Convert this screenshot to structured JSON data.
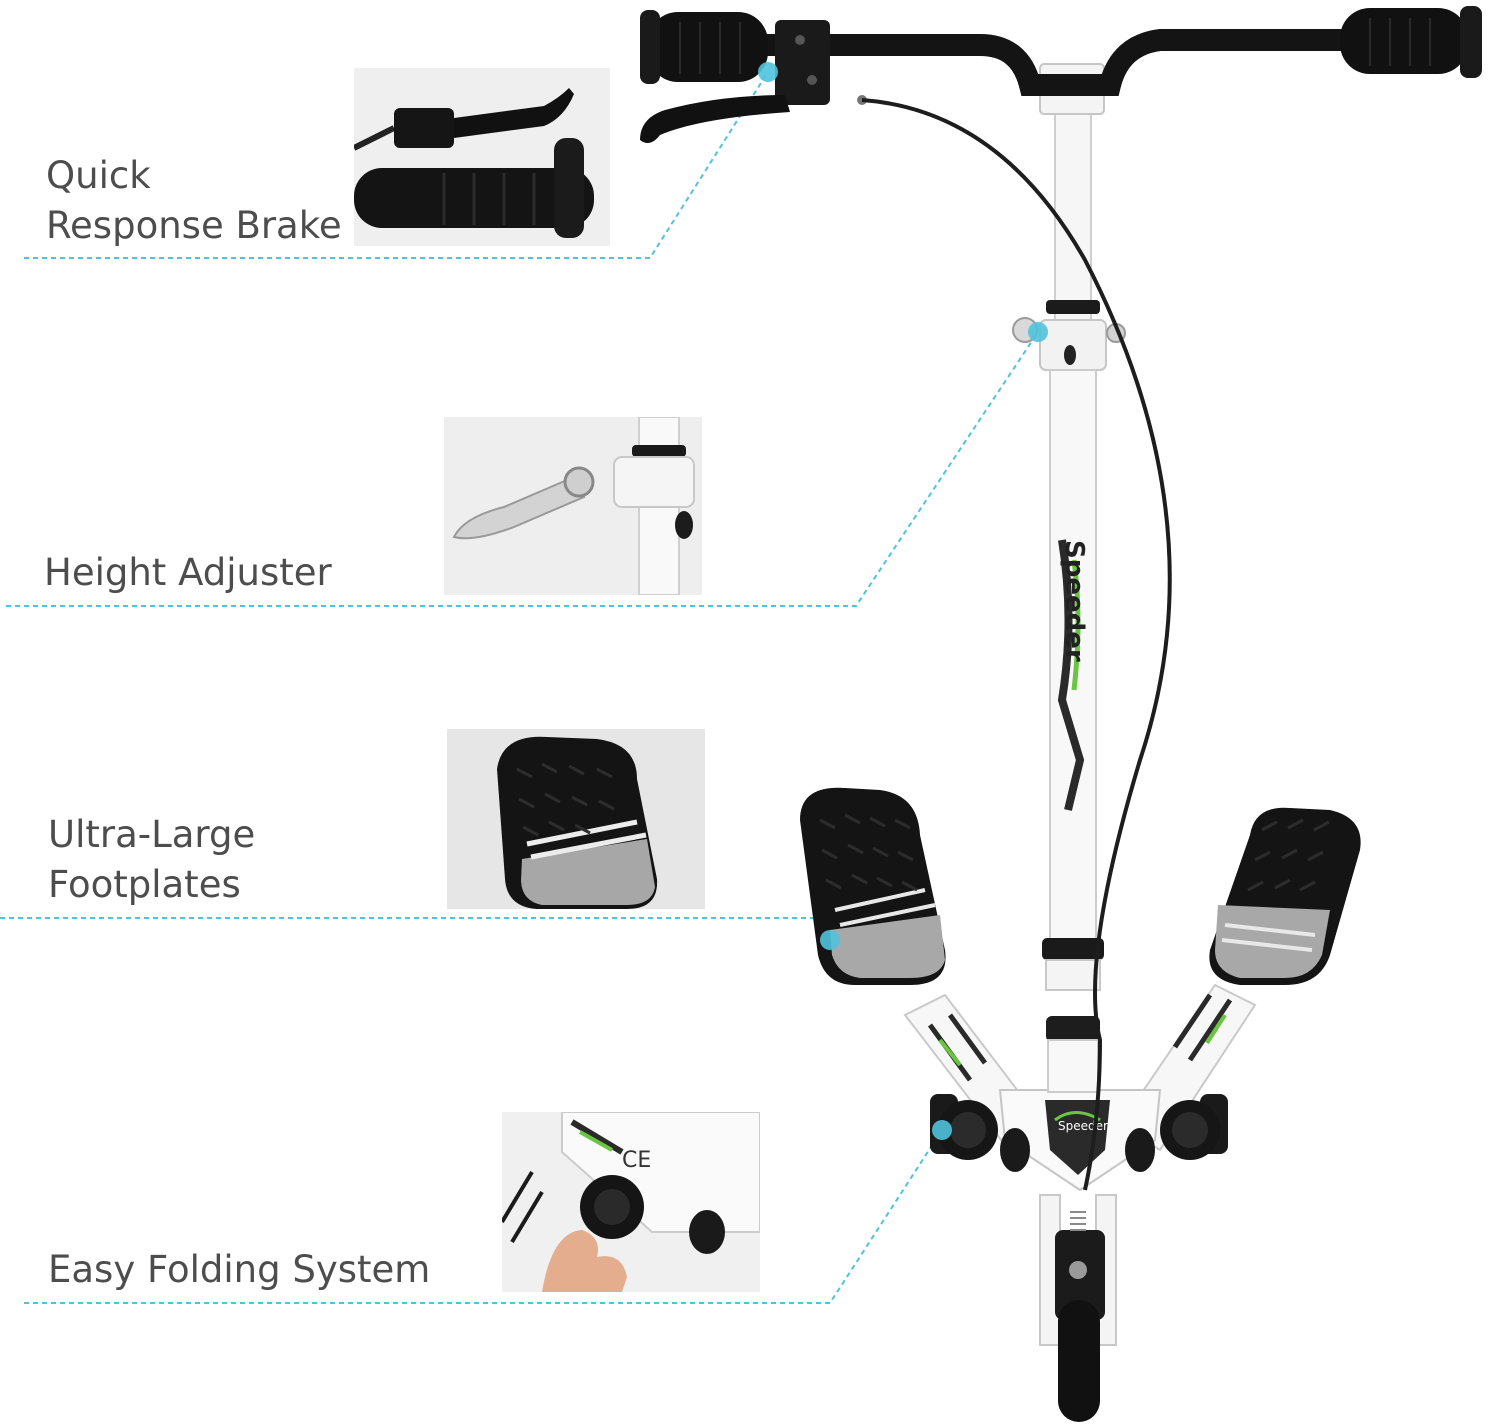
{
  "theme": {
    "accent": "#4fc3dc",
    "label_color": "#4d4d4d",
    "frame_color": "#ffffff",
    "grip_color": "#1a1a1a",
    "graphic_green": "#6ac640"
  },
  "product": {
    "brand_text": "Speeder",
    "ce_mark": "CE"
  },
  "features": [
    {
      "line1": "Quick",
      "line2": "Response Brake",
      "icon": "brake-lever-inset"
    },
    {
      "line1": "Height Adjuster",
      "line2": "",
      "icon": "clamp-lever-inset"
    },
    {
      "line1": "Ultra-Large",
      "line2": "Footplates",
      "icon": "footplate-inset"
    },
    {
      "line1": "Easy Folding System",
      "line2": "",
      "icon": "folding-knob-inset"
    }
  ]
}
